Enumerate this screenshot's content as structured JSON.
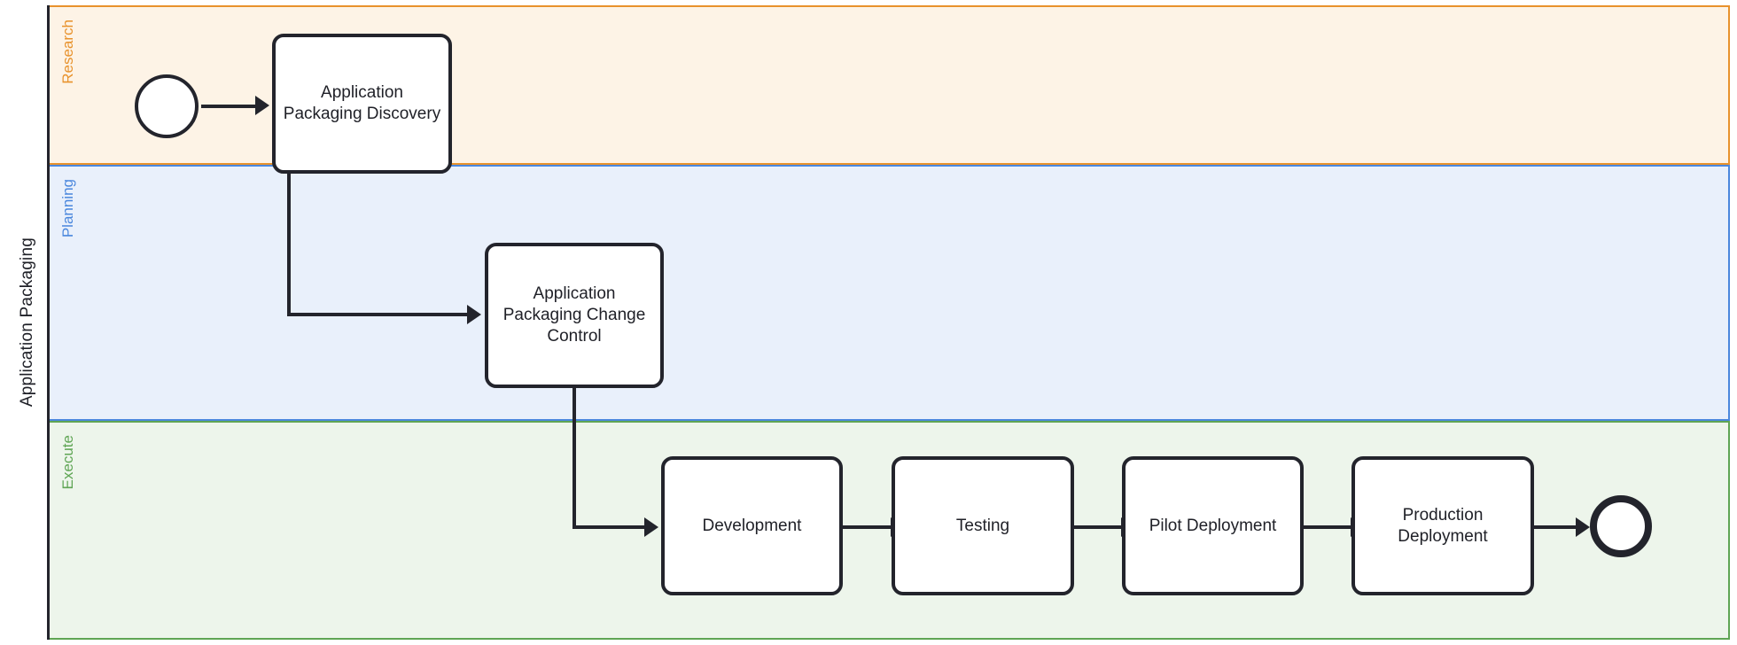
{
  "pool": {
    "label": "Application Packaging"
  },
  "lanes": [
    {
      "id": "research",
      "label": "Research",
      "color": "#E8922C",
      "fill": "#FDF3E6"
    },
    {
      "id": "planning",
      "label": "Planning",
      "color": "#4A87DD",
      "fill": "#E9F0FB"
    },
    {
      "id": "execute",
      "label": "Execute",
      "color": "#5FA554",
      "fill": "#EDF5EB"
    }
  ],
  "nodes": [
    {
      "id": "start-event",
      "type": "start-event",
      "lane": "research",
      "label": ""
    },
    {
      "id": "packaging-discovery",
      "type": "task",
      "lane": "research",
      "label": "Application Packaging Discovery"
    },
    {
      "id": "change-control",
      "type": "task",
      "lane": "planning",
      "label": "Application Packaging Change Control"
    },
    {
      "id": "development",
      "type": "task",
      "lane": "execute",
      "label": "Development"
    },
    {
      "id": "testing",
      "type": "task",
      "lane": "execute",
      "label": "Testing"
    },
    {
      "id": "pilot-deployment",
      "type": "task",
      "lane": "execute",
      "label": "Pilot Deployment"
    },
    {
      "id": "production-deployment",
      "type": "task",
      "lane": "execute",
      "label": "Production Deployment"
    },
    {
      "id": "end-event",
      "type": "end-event",
      "lane": "execute",
      "label": ""
    }
  ],
  "flows": [
    {
      "from": "start-event",
      "to": "packaging-discovery"
    },
    {
      "from": "packaging-discovery",
      "to": "change-control"
    },
    {
      "from": "change-control",
      "to": "development"
    },
    {
      "from": "development",
      "to": "testing"
    },
    {
      "from": "testing",
      "to": "pilot-deployment"
    },
    {
      "from": "pilot-deployment",
      "to": "production-deployment"
    },
    {
      "from": "production-deployment",
      "to": "end-event"
    }
  ],
  "colors": {
    "stroke": "#23242C",
    "node_fill": "#ffffff",
    "canvas": "#ffffff"
  }
}
